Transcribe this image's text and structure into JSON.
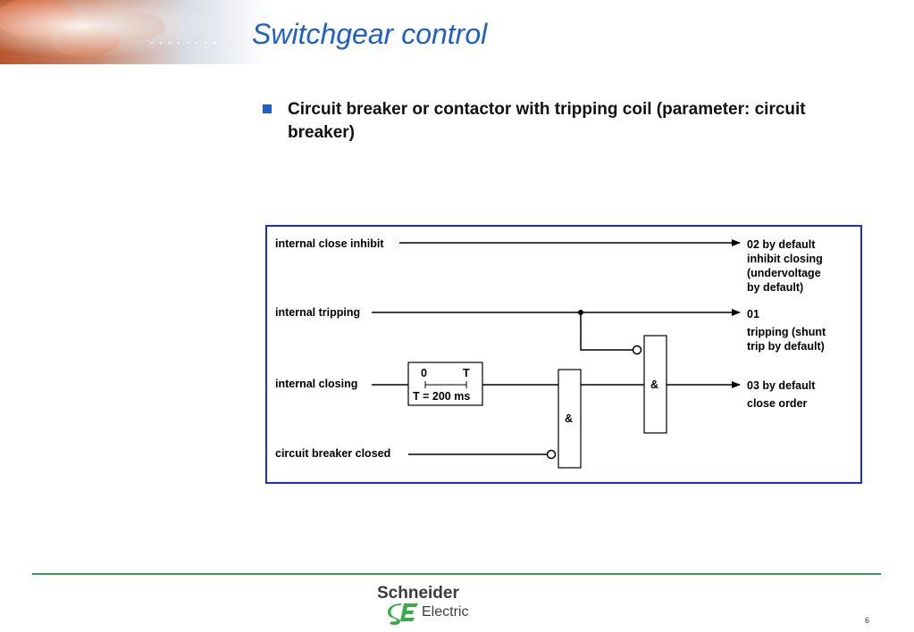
{
  "slide": {
    "title": "Switchgear control",
    "bullet": "Circuit breaker or contactor with tripping coil (parameter: circuit breaker)",
    "page_number": "6"
  },
  "diagram": {
    "inputs": {
      "close_inhibit": "internal close inhibit",
      "tripping": "internal tripping",
      "closing": "internal closing",
      "cb_closed": "circuit breaker closed"
    },
    "timer": {
      "start": "0",
      "end": "T",
      "setting": "T = 200 ms"
    },
    "gates": {
      "and_symbol": "&"
    },
    "outputs": {
      "o2_code": "02 by default",
      "o2_desc1": "inhibit closing",
      "o2_desc2": "(undervoltage",
      "o2_desc3": "by default)",
      "o1_code": "01",
      "o1_desc1": "tripping (shunt",
      "o1_desc2": "trip by default)",
      "o3_code": "03 by default",
      "o3_desc1": "close order"
    }
  },
  "logo": {
    "line1": "Schneider",
    "line2": "Electric"
  },
  "colors": {
    "title_blue": "#1f5fc8",
    "frame_blue": "#1a2fd6",
    "footer_green": "#3a9a5a",
    "logo_green": "#3daa4a"
  }
}
